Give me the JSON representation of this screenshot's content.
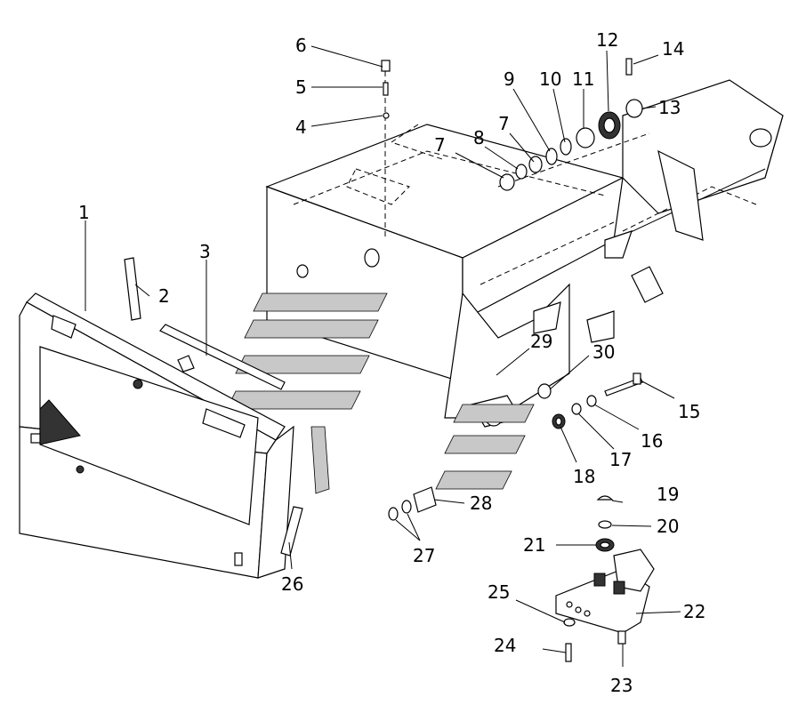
{
  "labels": {
    "l1": "1",
    "l2": "2",
    "l3": "3",
    "l4": "4",
    "l5": "5",
    "l6": "6",
    "l7a": "7",
    "l7b": "7",
    "l8": "8",
    "l9": "9",
    "l10": "10",
    "l11": "11",
    "l12": "12",
    "l13": "13",
    "l14": "14",
    "l15": "15",
    "l16": "16",
    "l17": "17",
    "l18": "18",
    "l19": "19",
    "l20": "20",
    "l21": "21",
    "l22": "22",
    "l23": "23",
    "l24": "24",
    "l25": "25",
    "l26": "26",
    "l27": "27",
    "l28": "28",
    "l29": "29",
    "l30": "30"
  }
}
